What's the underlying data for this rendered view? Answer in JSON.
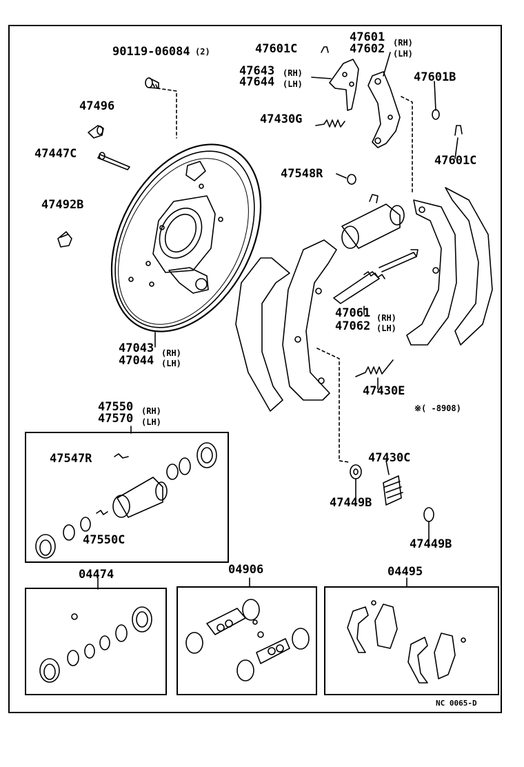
{
  "labels": {
    "p90119": "90119-06084",
    "p90119_q": "(2)",
    "p47496": "47496",
    "p47447c": "47447C",
    "p47492b": "47492B",
    "p47043": "47043",
    "p47043_side": "(RH)",
    "p47044": "47044",
    "p47044_side": "(LH)",
    "p47601c_top": "47601C",
    "p47601": "47601",
    "p47601_side": "(RH)",
    "p47602": "47602",
    "p47602_side": "(LH)",
    "p47643": "47643",
    "p47643_side": "(RH)",
    "p47644": "47644",
    "p47644_side": "(LH)",
    "p47601b": "47601B",
    "p47430g": "47430G",
    "p47601c_right": "47601C",
    "p47548r": "47548R",
    "p47061": "47061",
    "p47061_side": "(RH)",
    "p47062": "47062",
    "p47062_side": "(LH)",
    "p47430e": "47430E",
    "note_range": "※(    -8908)",
    "p47550": "47550",
    "p47550_side": "(RH)",
    "p47570": "47570",
    "p47570_side": "(LH)",
    "p47547r": "47547R",
    "p47550c": "47550C",
    "p47430c": "47430C",
    "p47449b_a": "47449B",
    "p47449b_b": "47449B",
    "p04474": "04474",
    "p04906": "04906",
    "p04495": "04495",
    "diagram_code": "NC 0065-D"
  }
}
